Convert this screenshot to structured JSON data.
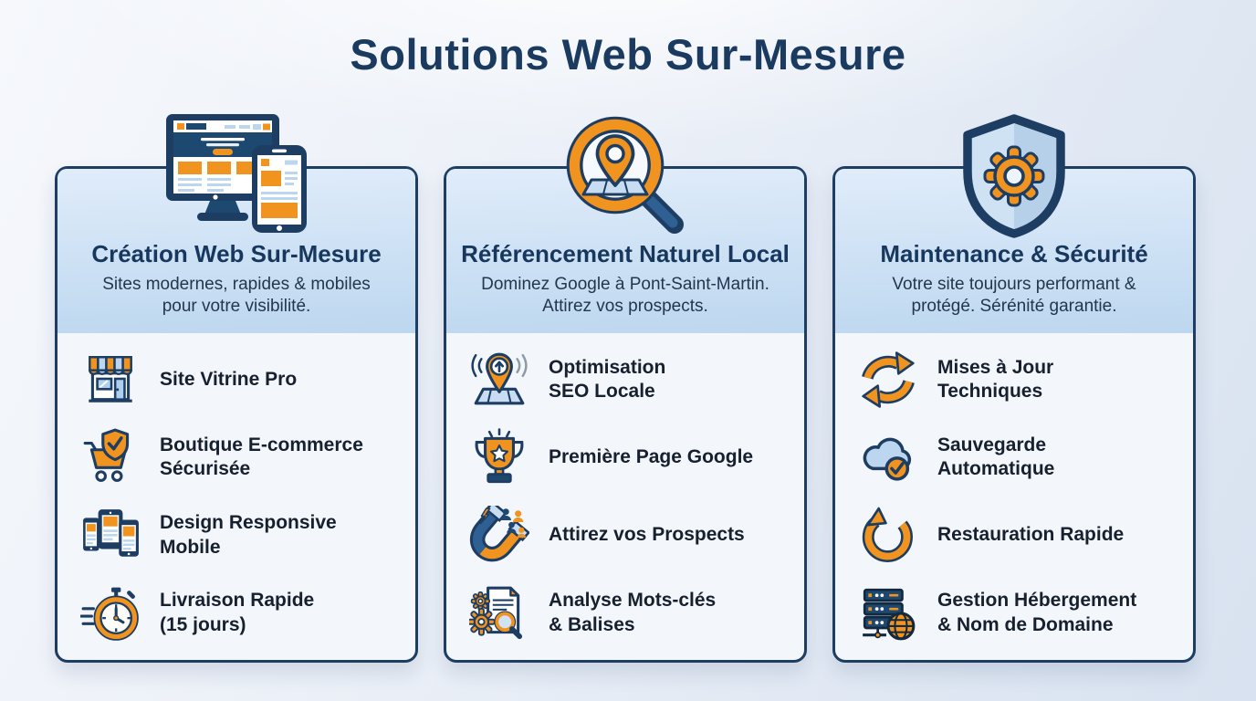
{
  "page": {
    "title": "Solutions Web Sur-Mesure"
  },
  "colors": {
    "navy_outline": "#1d3d63",
    "navy_fill": "#1d4870",
    "orange": "#f0931f",
    "light_blue": "#bcd6ef",
    "header_blue": "#cfe2f5",
    "card_body": "#f3f6fb",
    "title_text": "#1a3a5f",
    "feature_text": "#16202e"
  },
  "cards": [
    {
      "title": "Création Web Sur-Mesure",
      "subtitle": "Sites modernes, rapides & mobiles\npour votre visibilité.",
      "hero_icon": "responsive-website-icon",
      "features": [
        {
          "icon": "storefront-icon",
          "label": "Site Vitrine Pro"
        },
        {
          "icon": "secure-cart-icon",
          "label": "Boutique E-commerce\nSécurisée"
        },
        {
          "icon": "responsive-devices-icon",
          "label": "Design Responsive\nMobile"
        },
        {
          "icon": "stopwatch-icon",
          "label": "Livraison Rapide\n(15 jours)"
        }
      ]
    },
    {
      "title": "Référencement Naturel Local",
      "subtitle": "Dominez Google à Pont-Saint-Martin.\nAttirez vos prospects.",
      "hero_icon": "local-search-magnifier-icon",
      "features": [
        {
          "icon": "local-seo-pin-icon",
          "label": "Optimisation\nSEO Locale"
        },
        {
          "icon": "trophy-icon",
          "label": "Première Page Google"
        },
        {
          "icon": "magnet-prospects-icon",
          "label": "Attirez vos Prospects"
        },
        {
          "icon": "keyword-analysis-icon",
          "label": "Analyse Mots-clés\n& Balises"
        }
      ]
    },
    {
      "title": "Maintenance & Sécurité",
      "subtitle": "Votre site toujours performant &\nprotégé. Sérénité garantie.",
      "hero_icon": "shield-gear-icon",
      "features": [
        {
          "icon": "sync-arrows-icon",
          "label": "Mises à Jour\nTechniques"
        },
        {
          "icon": "cloud-backup-icon",
          "label": "Sauvegarde\nAutomatique"
        },
        {
          "icon": "restore-arrow-icon",
          "label": "Restauration Rapide"
        },
        {
          "icon": "hosting-servers-icon",
          "label": "Gestion Hébergement\n& Nom de Domaine"
        }
      ]
    }
  ]
}
